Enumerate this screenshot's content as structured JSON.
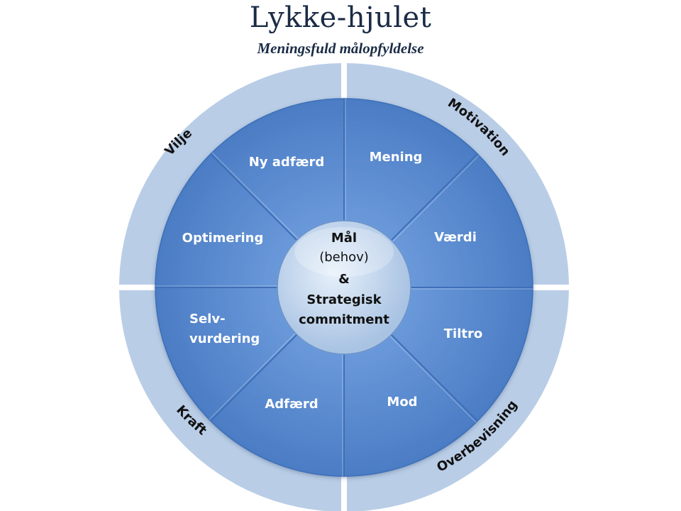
{
  "title": "Lykke-hjulet",
  "subtitle": "Meningsfuld målopfyldelse",
  "colors": {
    "outer_ring": "#b9cde6",
    "segment": "#5b8bd0",
    "segment_edge": "#3e6fb8",
    "hub": "#cddff2",
    "text_dark": "#111111",
    "text_light": "#ffffff"
  },
  "ring": {
    "vilje": "Vilje",
    "motivation": "Motivation",
    "overbevisning": "Overbevisning",
    "kraft": "Kraft"
  },
  "segments": {
    "mening": "Mening",
    "vaerdi": "Værdi",
    "tiltro": "Tiltro",
    "mod": "Mod",
    "adfaerd": "Adfærd",
    "selv_line1": "Selv-",
    "selv_line2": "vurdering",
    "optimering": "Optimering",
    "ny_adfaerd": "Ny adfærd"
  },
  "hub": {
    "line1": "Mål",
    "line2": "(behov)",
    "line3": "&",
    "line4": "Strategisk",
    "line5": "commitment"
  }
}
